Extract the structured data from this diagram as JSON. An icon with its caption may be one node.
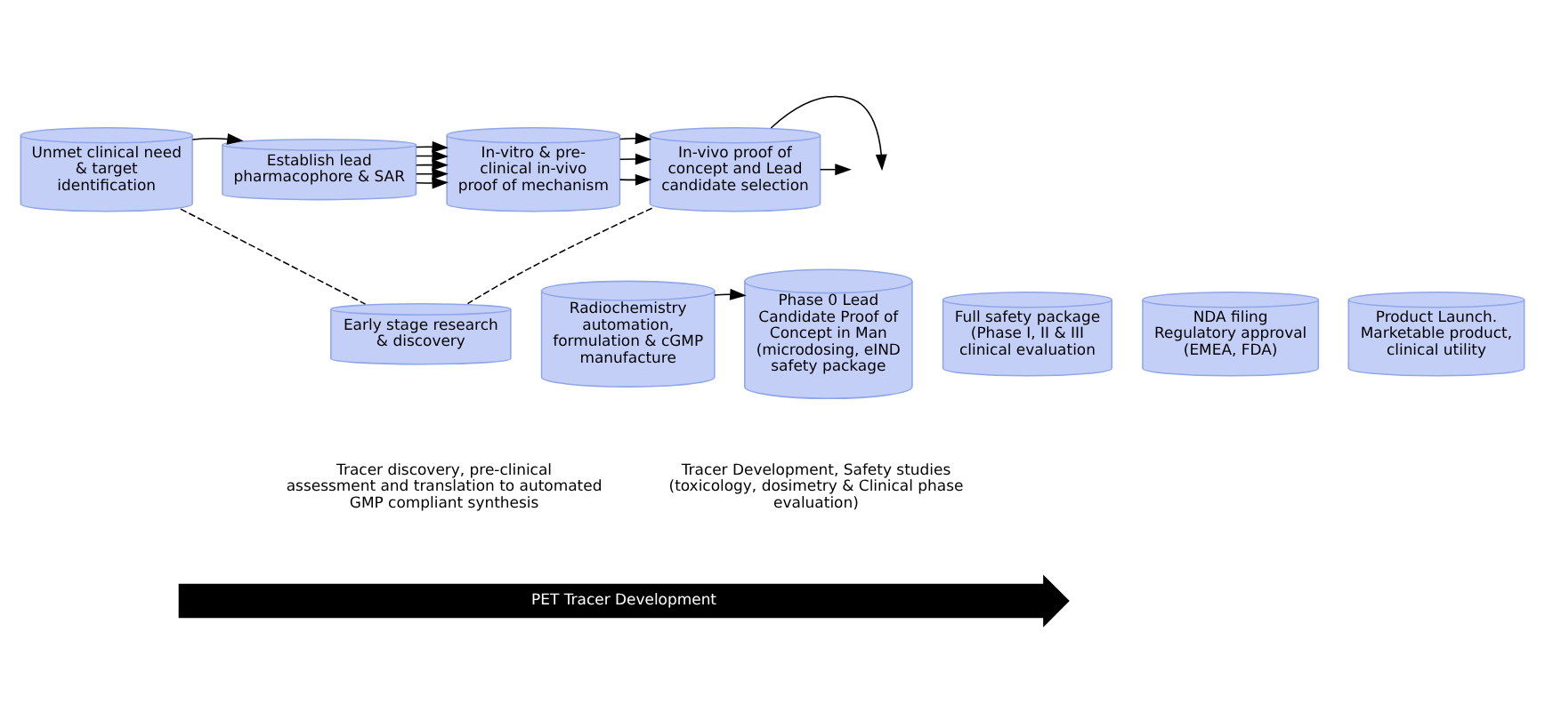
{
  "diagram": {
    "nodes": [
      {
        "text": [
          "Unmet clinical need & target identification"
        ]
      },
      {
        "text": [
          "Establish lead pharmacophore & SAR"
        ]
      },
      {
        "text": [
          "In-vitro & pre-clinical in-vivo proof of mechanism"
        ]
      },
      {
        "text": [
          "In-vivo proof of concept and Lead candidate selection"
        ]
      },
      {
        "text": [
          "Early stage research & discovery"
        ]
      },
      {
        "text": [
          "Radiochemistry automation, formulation & cGMP manufacture"
        ]
      },
      {
        "text": [
          "Phase 0 Lead Candidate Proof of Concept in Man (microdosing, eIND safety package"
        ]
      },
      {
        "text": [
          "Full safety package (Phase I, II & III clinical evaluation"
        ]
      },
      {
        "text": [
          "NDA filing Regulatory approval (EMEA, FDA)"
        ]
      },
      {
        "text": [
          "Product Launch. Marketable product, clinical utility"
        ]
      },
      {
        "text": [
          "PET Tracer Development"
        ]
      }
    ],
    "edges": [
      {
        "from": 0,
        "to": 1,
        "arrow": "to"
      },
      {
        "from": 1,
        "to": 2,
        "arrow": "to"
      },
      {
        "from": 1,
        "to": 2,
        "arrow": "to"
      },
      {
        "from": 1,
        "to": 2,
        "arrow": "to"
      },
      {
        "from": 1,
        "to": 2,
        "arrow": "to"
      },
      {
        "from": 1,
        "to": 2,
        "arrow": "to"
      },
      {
        "from": 2,
        "to": 3,
        "arrow": "to"
      },
      {
        "from": 2,
        "to": 3,
        "arrow": "to"
      },
      {
        "from": 2,
        "to": 3,
        "arrow": "to"
      },
      {
        "from": 3,
        "to": null,
        "arrow": "to"
      },
      {
        "from": 3,
        "to": null,
        "arrow": "to"
      },
      {
        "from": 0,
        "to": 4,
        "arrow": "none",
        "style": "dashed"
      },
      {
        "from": 3,
        "to": 4,
        "arrow": "none",
        "style": "dashed"
      },
      {
        "from": 5,
        "to": 6,
        "arrow": "to"
      }
    ],
    "labels": [
      "Tracer discovery, pre-clinical assessment and translation to automated GMP compliant synthesis",
      "Tracer Development, Safety studies (toxicology, dosimetry & Clinical phase evaluation)"
    ]
  }
}
